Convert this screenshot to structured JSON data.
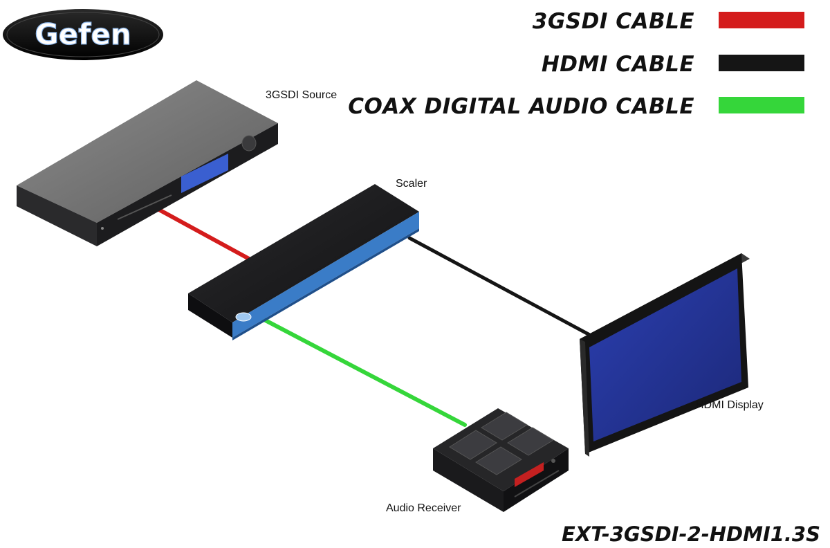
{
  "brand": {
    "logo_text": "Gefen"
  },
  "legend": [
    {
      "label": "3GSDI CABLE",
      "color": "#d41c1c"
    },
    {
      "label": "HDMI CABLE",
      "color": "#151515"
    },
    {
      "label": "COAX DIGITAL AUDIO CABLE",
      "color": "#35d63a"
    }
  ],
  "devices": {
    "source": "3GSDI Source",
    "scaler": "Scaler",
    "display": "HDMI Display",
    "receiver": "Audio Receiver"
  },
  "model": "EXT-3GSDI-2-HDMI1.3S",
  "colors": {
    "device_top": "#7a7a7a",
    "device_front": "#1c1c1e",
    "accent_blue": "#3a7cc7",
    "screen_blue": "#2a3aa0",
    "receiver_display": "#c42020"
  }
}
